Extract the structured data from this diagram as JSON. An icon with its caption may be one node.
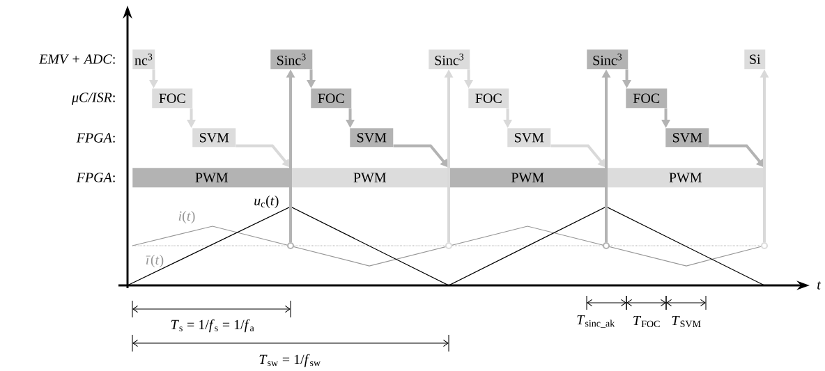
{
  "diagram": {
    "nodes": [
      {
        "text": [
          "nc$^{3}$"
        ]
      },
      {
        "text": [
          "Sinc$^{3}$"
        ]
      },
      {
        "text": [
          "Sinc$^{3}$"
        ]
      },
      {
        "text": [
          "Sinc$^{3}$"
        ]
      },
      {
        "text": [
          "Si"
        ]
      },
      {
        "text": [
          "FOC"
        ]
      },
      {
        "text": [
          "FOC"
        ]
      },
      {
        "text": [
          "FOC"
        ]
      },
      {
        "text": [
          "FOC"
        ]
      },
      {
        "text": [
          "SVM"
        ]
      },
      {
        "text": [
          "SVM"
        ]
      },
      {
        "text": [
          "SVM"
        ]
      },
      {
        "text": [
          "SVM"
        ]
      },
      {
        "text": [
          "PWM"
        ]
      },
      {
        "text": [
          "PWM"
        ]
      },
      {
        "text": [
          "PWM"
        ]
      },
      {
        "text": [
          "PWM"
        ]
      },
      {
        "text": [],
        "shape": "circle"
      },
      {
        "text": [],
        "shape": "circle"
      },
      {
        "text": [],
        "shape": "circle"
      },
      {
        "text": [],
        "shape": "circle"
      }
    ],
    "edges": [
      {
        "from": 0,
        "to": 5,
        "arrow": "to",
        "color": "#d9d9d9"
      },
      {
        "from": 5,
        "to": 9,
        "arrow": "to",
        "color": "#d9d9d9"
      },
      {
        "from": 9,
        "to": 14,
        "arrow": "to",
        "color": "#d9d9d9"
      },
      {
        "from": 1,
        "to": 6,
        "arrow": "to",
        "color": "#b3b3b3"
      },
      {
        "from": 6,
        "to": 10,
        "arrow": "to",
        "color": "#b3b3b3"
      },
      {
        "from": 10,
        "to": 15,
        "arrow": "to",
        "color": "#b3b3b3"
      },
      {
        "from": 2,
        "to": 7,
        "arrow": "to",
        "color": "#d9d9d9"
      },
      {
        "from": 7,
        "to": 11,
        "arrow": "to",
        "color": "#d9d9d9"
      },
      {
        "from": 11,
        "to": 16,
        "arrow": "to",
        "color": "#d9d9d9"
      },
      {
        "from": 3,
        "to": 8,
        "arrow": "to",
        "color": "#b3b3b3"
      },
      {
        "from": 8,
        "to": 12,
        "arrow": "to",
        "color": "#b3b3b3"
      },
      {
        "from": 12,
        "to": 16,
        "arrow": "to",
        "color": "#b3b3b3"
      },
      {
        "from": 17,
        "to": 1,
        "arrow": "to",
        "color": "#b3b3b3"
      },
      {
        "from": 18,
        "to": 2,
        "arrow": "to",
        "color": "#d9d9d9"
      },
      {
        "from": 19,
        "to": 3,
        "arrow": "to",
        "color": "#b3b3b3"
      },
      {
        "from": 20,
        "to": 4,
        "arrow": "to",
        "color": "#d9d9d9"
      }
    ],
    "labels": [
      "*EMV + ADC*:",
      "*μC/ISR*:",
      "*FPGA*:",
      "*FPGA*:",
      "*u*$_{c}$(*t*)",
      "*i*(*t*)",
      "*ī*(*t*)",
      "t",
      "*T*$_{s}$ = 1/*f*$_{s}$ = 1/*f*$_{a}$",
      "*T*$_{sw}$ = 1/*f*$_{sw}$",
      "*T*$_{sinc_ak}$",
      "*T*$_{FOC}$",
      "*T*$_{SVM}$"
    ]
  }
}
